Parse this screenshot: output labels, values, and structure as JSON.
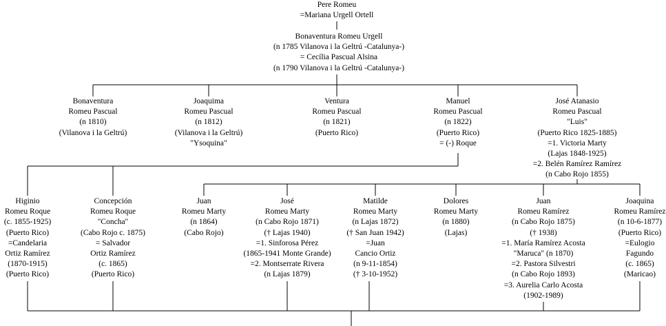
{
  "people": [
    {
      "id": "pere",
      "lines": [
        "Pere Romeu",
        "=Mariana Urgell Ortell"
      ]
    },
    {
      "id": "bonaventura-sr",
      "lines": [
        "Bonaventura Romeu Urgell",
        "(n 1785 Vilanova i la Geltrú -Catalunya-)",
        "= Cecília Pascual Alsina",
        "(n 1790 Vilanova i la Geltrú -Catalunya-)"
      ]
    },
    {
      "id": "bonaventura-jr",
      "lines": [
        "Bonaventura",
        "Romeu Pascual",
        "(n 1810)",
        "(Vilanova i la Geltrú)"
      ]
    },
    {
      "id": "joaquima-1812",
      "lines": [
        "Joaquima",
        "Romeu Pascual",
        "(n 1812)",
        "(Vilanova i la Geltrú)",
        "\"Ysoquina\""
      ]
    },
    {
      "id": "ventura",
      "lines": [
        "Ventura",
        "Romeu Pascual",
        "(n 1821)",
        "(Puerto Rico)"
      ]
    },
    {
      "id": "manuel",
      "lines": [
        "Manuel",
        "Romeu Pascual",
        "(n 1822)",
        "(Puerto Rico)",
        "= (-) Roque"
      ]
    },
    {
      "id": "jose-atanasio",
      "lines": [
        "José Atanasio",
        "Romeu Pascual",
        "\"Luis\"",
        "(Puerto Rico 1825-1885)",
        "=1. Victoria Marty",
        "(Lajas 1848-1925)",
        "=2. Belén Ramírez Ramírez",
        "(n Cabo Rojo 1855)"
      ]
    },
    {
      "id": "higinio",
      "lines": [
        "Higinio",
        "Romeu Roque",
        "(c. 1855-1925)",
        "(Puerto Rico)",
        "=Candelaria",
        "Ortiz Ramírez",
        "(1870-1915)",
        "(Puerto Rico)"
      ]
    },
    {
      "id": "concepcion",
      "lines": [
        "Concepción",
        "Romeu Roque",
        "\"Concha\"",
        "(Cabo Rojo c. 1875)",
        "= Salvador",
        "Ortiz Ramírez",
        "(c. 1865)",
        "(Puerto Rico)"
      ]
    },
    {
      "id": "juan-marty",
      "lines": [
        "Juan",
        "Romeu Marty",
        "(n 1864)",
        "(Cabo Rojo)"
      ]
    },
    {
      "id": "jose-marty",
      "lines": [
        "José",
        "Romeu Marty",
        "(n Cabo Rojo 1871)",
        "(† Lajas 1940)",
        "=1. Sinforosa Pérez",
        "(1865-1941 Monte Grande)",
        "=2. Montserrate Rivera",
        "(n Lajas 1879)"
      ]
    },
    {
      "id": "matilde",
      "lines": [
        "Matilde",
        "Romeu Marty",
        "(n Lajas 1872)",
        "(† San Juan 1942)",
        "=Juan",
        "Cancio Ortiz",
        "(n  9-11-1854)",
        "(† 3-10-1952)"
      ]
    },
    {
      "id": "dolores",
      "lines": [
        "Dolores",
        "Romeu Marty",
        "(n 1880)",
        "(Lajas)"
      ]
    },
    {
      "id": "juan-ramirez",
      "lines": [
        "Juan",
        "Romeu Ramírez",
        "(n Cabo Rojo 1875)",
        "(† 1938)",
        "=1. María Ramírez Acosta",
        "\"Maruca\" (n 1870)",
        "=2. Pastora Silvestri",
        "(n Cabo Rojo 1893)",
        "=3. Aurelia Carlo Acosta",
        "(1902-1989)"
      ]
    },
    {
      "id": "joaquina-ramirez",
      "lines": [
        "Joaquina",
        "Romeu Ramírez",
        "(n 10-6-1877)",
        "(Puerto Rico)",
        "=Eulogio",
        "Fagundo",
        "(c. 1865)",
        "(Maricao)"
      ]
    }
  ]
}
